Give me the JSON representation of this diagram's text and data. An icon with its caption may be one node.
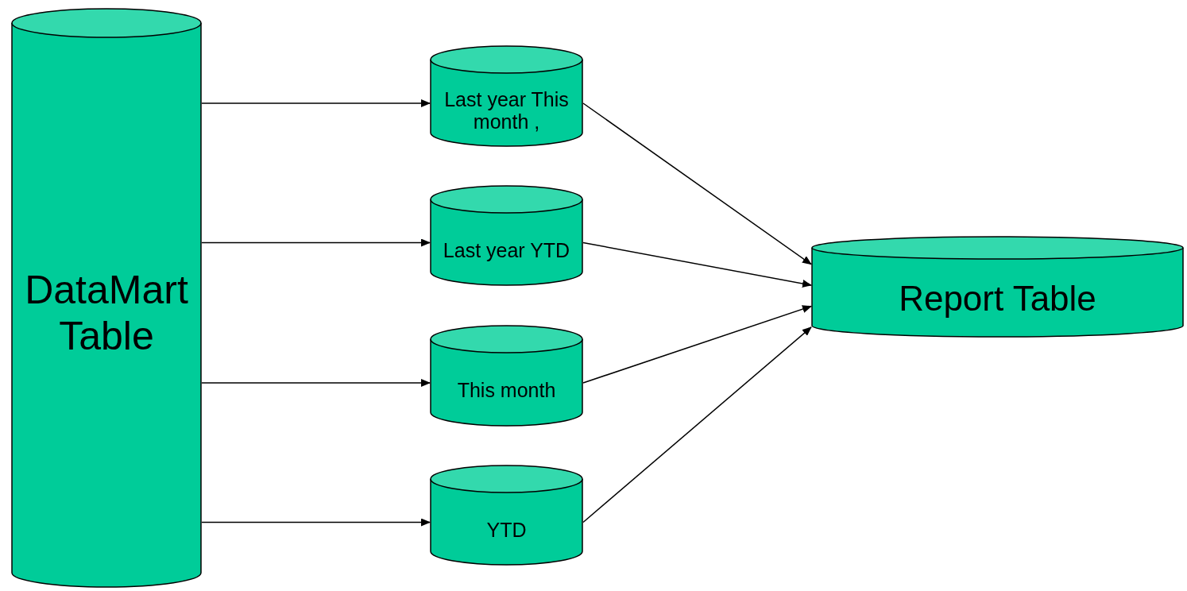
{
  "diagram": {
    "nodes": [
      {
        "text": [
          "DataMart Table"
        ]
      },
      {
        "text": [
          "Last year This month ,"
        ]
      },
      {
        "text": [
          "Last year YTD"
        ]
      },
      {
        "text": [
          "This month"
        ]
      },
      {
        "text": [
          "YTD"
        ]
      },
      {
        "text": [
          "Report Table"
        ]
      }
    ],
    "edges": [
      {
        "from": 0,
        "to": 1,
        "arrow": "to"
      },
      {
        "from": 0,
        "to": 2,
        "arrow": "to"
      },
      {
        "from": 0,
        "to": 3,
        "arrow": "to"
      },
      {
        "from": 0,
        "to": 4,
        "arrow": "to"
      },
      {
        "from": 1,
        "to": 5,
        "arrow": "to"
      },
      {
        "from": 2,
        "to": 5,
        "arrow": "to"
      },
      {
        "from": 3,
        "to": 5,
        "arrow": "to"
      },
      {
        "from": 4,
        "to": 5,
        "arrow": "to"
      }
    ]
  }
}
